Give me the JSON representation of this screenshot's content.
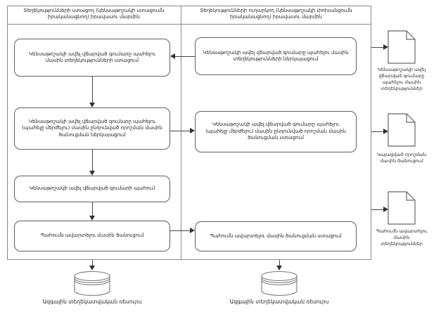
{
  "colors": {
    "frame_border": "#8a8a8a",
    "node_border": "#5f5f5f",
    "arrow": "#333333",
    "text": "#1f1f1f",
    "background": "#ffffff"
  },
  "lanes": {
    "left_header": "Տեղեկությունների ստացող (կենսաթոշակի ստացումն իրականացնող) իրավասու մարմին",
    "right_header": "Տեղեկությունների ուղարկող (կենսաթոշակի փոխանցումն իրականացնող) իրավասու մարմին"
  },
  "left_steps": [
    "Կենսաթոշակի ավել վճարված գումարը պահելու մասին տեղեկությունների ստացում",
    "Կենսաթոշակի ավել վճարված գումարը պահելու (պահելը մերժելու) մասին ընդունված որոշման մասին ծանուցման ներկայացում",
    "Կենսաթոշակի ավել վճարված գումարի պահում",
    "Պահումն ավարտելու մասին ծանուցում"
  ],
  "right_steps": [
    "Կենսաթոշակի ավել վճարված գումարը պահելու մասին տեղեկությունների ներկայացում",
    "Կենսաթոշակի ավել վճարված գումարը պահելու (պահելը մերժելու) մասին ընդունված որոշման մասին ծանուցման ստացում",
    "Պահումն ավարտելու մասին ծանուցման ստացում"
  ],
  "documents": [
    "Կենսաթոշակի ավել վճարված գումարը պահելու մասին տեղեկություններ",
    "Կայացված որոշման մասին ծանուցում",
    "Պահումն ավարտելու մասին տեղեկություններ"
  ],
  "databases": [
    {
      "label": "Ազգային տեղեկատվական ռեսուրս"
    },
    {
      "label": "Ազգային տեղեկատվական ռեսուրս"
    }
  ]
}
